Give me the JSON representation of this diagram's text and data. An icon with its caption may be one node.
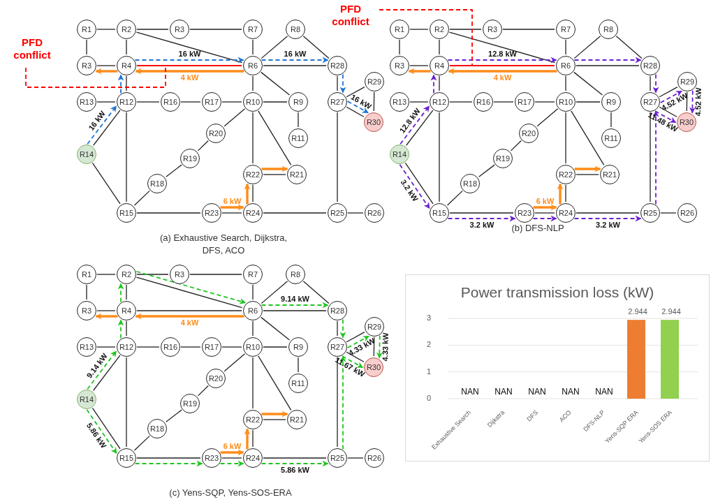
{
  "diagram": {
    "nodes": [
      {
        "text": [
          "R1"
        ]
      },
      {
        "text": [
          "R2"
        ]
      },
      {
        "text": [
          "R3"
        ]
      },
      {
        "text": [
          "R7"
        ]
      },
      {
        "text": [
          "R8"
        ]
      },
      {
        "text": [
          "R3"
        ]
      },
      {
        "text": [
          "R4"
        ]
      },
      {
        "text": [
          "R6"
        ]
      },
      {
        "text": [
          "R28"
        ]
      },
      {
        "text": [
          "R29"
        ]
      },
      {
        "text": [
          "R13"
        ]
      },
      {
        "text": [
          "R12"
        ]
      },
      {
        "text": [
          "R16"
        ]
      },
      {
        "text": [
          "R17"
        ]
      },
      {
        "text": [
          "R10"
        ]
      },
      {
        "text": [
          "R9"
        ]
      },
      {
        "text": [
          "R27"
        ]
      },
      {
        "text": [
          "R30"
        ]
      },
      {
        "text": [
          "R20"
        ]
      },
      {
        "text": [
          "R11"
        ]
      },
      {
        "text": [
          "R14"
        ]
      },
      {
        "text": [
          "R19"
        ]
      },
      {
        "text": [
          "R22"
        ]
      },
      {
        "text": [
          "R21"
        ]
      },
      {
        "text": [
          "R18"
        ]
      },
      {
        "text": [
          "R15"
        ]
      },
      {
        "text": [
          "R23"
        ]
      },
      {
        "text": [
          "R24"
        ]
      },
      {
        "text": [
          "R25"
        ]
      },
      {
        "text": [
          "R26"
        ]
      },
      {
        "text": [
          "R1"
        ]
      },
      {
        "text": [
          "R2"
        ]
      },
      {
        "text": [
          "R3"
        ]
      },
      {
        "text": [
          "R7"
        ]
      },
      {
        "text": [
          "R8"
        ]
      },
      {
        "text": [
          "R3"
        ]
      },
      {
        "text": [
          "R4"
        ]
      },
      {
        "text": [
          "R6"
        ]
      },
      {
        "text": [
          "R28"
        ]
      },
      {
        "text": [
          "R29"
        ]
      },
      {
        "text": [
          "R13"
        ]
      },
      {
        "text": [
          "R12"
        ]
      },
      {
        "text": [
          "R16"
        ]
      },
      {
        "text": [
          "R17"
        ]
      },
      {
        "text": [
          "R10"
        ]
      },
      {
        "text": [
          "R9"
        ]
      },
      {
        "text": [
          "R27"
        ]
      },
      {
        "text": [
          "R30"
        ]
      },
      {
        "text": [
          "R20"
        ]
      },
      {
        "text": [
          "R11"
        ]
      },
      {
        "text": [
          "R14"
        ]
      },
      {
        "text": [
          "R19"
        ]
      },
      {
        "text": [
          "R22"
        ]
      },
      {
        "text": [
          "R21"
        ]
      },
      {
        "text": [
          "R18"
        ]
      },
      {
        "text": [
          "R15"
        ]
      },
      {
        "text": [
          "R23"
        ]
      },
      {
        "text": [
          "R24"
        ]
      },
      {
        "text": [
          "R25"
        ]
      },
      {
        "text": [
          "R26"
        ]
      },
      {
        "text": [
          "R1"
        ]
      },
      {
        "text": [
          "R2"
        ]
      },
      {
        "text": [
          "R3"
        ]
      },
      {
        "text": [
          "R7"
        ]
      },
      {
        "text": [
          "R8"
        ]
      },
      {
        "text": [
          "R3"
        ]
      },
      {
        "text": [
          "R4"
        ]
      },
      {
        "text": [
          "R6"
        ]
      },
      {
        "text": [
          "R28"
        ]
      },
      {
        "text": [
          "R29"
        ]
      },
      {
        "text": [
          "R13"
        ]
      },
      {
        "text": [
          "R12"
        ]
      },
      {
        "text": [
          "R16"
        ]
      },
      {
        "text": [
          "R17"
        ]
      },
      {
        "text": [
          "R10"
        ]
      },
      {
        "text": [
          "R9"
        ]
      },
      {
        "text": [
          "R27"
        ]
      },
      {
        "text": [
          "R30"
        ]
      },
      {
        "text": [
          "R20"
        ]
      },
      {
        "text": [
          "R11"
        ]
      },
      {
        "text": [
          "R14"
        ]
      },
      {
        "text": [
          "R19"
        ]
      },
      {
        "text": [
          "R22"
        ]
      },
      {
        "text": [
          "R21"
        ]
      },
      {
        "text": [
          "R18"
        ]
      },
      {
        "text": [
          "R15"
        ]
      },
      {
        "text": [
          "R23"
        ]
      },
      {
        "text": [
          "R24"
        ]
      },
      {
        "text": [
          "R25"
        ]
      },
      {
        "text": [
          "R26"
        ]
      },
      {
        "text": [
          "PFD conflict"
        ]
      },
      {
        "text": [
          "PFD conflict"
        ]
      }
    ],
    "edges": [
      {
        "from": 0,
        "to": 1,
        "arrow": "none"
      },
      {
        "from": 1,
        "to": 2,
        "arrow": "none"
      },
      {
        "from": 2,
        "to": 3,
        "arrow": "none"
      },
      {
        "from": 0,
        "to": 5,
        "arrow": "none"
      },
      {
        "from": 1,
        "to": 6,
        "arrow": "none"
      },
      {
        "from": 1,
        "to": 7,
        "arrow": "none"
      },
      {
        "from": 3,
        "to": 7,
        "arrow": "none"
      },
      {
        "from": 4,
        "to": 7,
        "arrow": "none"
      },
      {
        "from": 4,
        "to": 8,
        "arrow": "none"
      },
      {
        "from": 5,
        "to": 6,
        "arrow": "none"
      },
      {
        "from": 6,
        "to": 7,
        "arrow": "none",
        "color": "#ff0000"
      },
      {
        "from": 7,
        "to": 8,
        "arrow": "none"
      },
      {
        "from": 6,
        "to": 11,
        "arrow": "none"
      },
      {
        "from": 7,
        "to": 14,
        "arrow": "none"
      },
      {
        "from": 7,
        "to": 15,
        "arrow": "none"
      },
      {
        "from": 8,
        "to": 16,
        "arrow": "none"
      },
      {
        "from": 9,
        "to": 17,
        "arrow": "none"
      },
      {
        "from": 16,
        "to": 9,
        "arrow": "none"
      },
      {
        "from": 16,
        "to": 17,
        "arrow": "none"
      },
      {
        "from": 10,
        "to": 11,
        "arrow": "none"
      },
      {
        "from": 11,
        "to": 12,
        "arrow": "none"
      },
      {
        "from": 12,
        "to": 13,
        "arrow": "none"
      },
      {
        "from": 13,
        "to": 14,
        "arrow": "none"
      },
      {
        "from": 14,
        "to": 15,
        "arrow": "none"
      },
      {
        "from": 15,
        "to": 19,
        "arrow": "none"
      },
      {
        "from": 14,
        "to": 18,
        "arrow": "none"
      },
      {
        "from": 18,
        "to": 21,
        "arrow": "none"
      },
      {
        "from": 21,
        "to": 24,
        "arrow": "none"
      },
      {
        "from": 24,
        "to": 25,
        "arrow": "none"
      },
      {
        "from": 14,
        "to": 22,
        "arrow": "none"
      },
      {
        "from": 14,
        "to": 23,
        "arrow": "none"
      },
      {
        "from": 22,
        "to": 23,
        "arrow": "none"
      },
      {
        "from": 22,
        "to": 27,
        "arrow": "none"
      },
      {
        "from": 11,
        "to": 20,
        "arrow": "none"
      },
      {
        "from": 11,
        "to": 25,
        "arrow": "none"
      },
      {
        "from": 20,
        "to": 25,
        "arrow": "none"
      },
      {
        "from": 25,
        "to": 26,
        "arrow": "none"
      },
      {
        "from": 26,
        "to": 27,
        "arrow": "none"
      },
      {
        "from": 27,
        "to": 28,
        "arrow": "none"
      },
      {
        "from": 28,
        "to": 29,
        "arrow": "none"
      },
      {
        "from": 16,
        "to": 28,
        "arrow": "none"
      },
      {
        "from": 20,
        "to": 11,
        "arrow": "to",
        "label": "16 kW",
        "style": "dashed",
        "color": "#1f74d1"
      },
      {
        "from": 11,
        "to": 6,
        "arrow": "to",
        "style": "dashed",
        "color": "#1f74d1"
      },
      {
        "from": 6,
        "to": 7,
        "arrow": "to",
        "label": "16 kW",
        "style": "dashed",
        "color": "#1f74d1"
      },
      {
        "from": 7,
        "to": 8,
        "arrow": "to",
        "label": "16 kW",
        "style": "dashed",
        "color": "#1f74d1"
      },
      {
        "from": 8,
        "to": 16,
        "arrow": "to",
        "style": "dashed",
        "color": "#1f74d1"
      },
      {
        "from": 16,
        "to": 17,
        "arrow": "to",
        "label": "16 kW",
        "style": "dashed",
        "color": "#1f74d1"
      },
      {
        "from": 7,
        "to": 6,
        "arrow": "to",
        "label": "4 kW",
        "style": "thick",
        "color": "#ff8c1a"
      },
      {
        "from": 6,
        "to": 5,
        "arrow": "to",
        "style": "thick",
        "color": "#ff8c1a"
      },
      {
        "from": 26,
        "to": 27,
        "arrow": "to",
        "label": "6 kW",
        "style": "thick",
        "color": "#ff8c1a"
      },
      {
        "from": 27,
        "to": 22,
        "arrow": "to",
        "style": "thick",
        "color": "#ff8c1a"
      },
      {
        "from": 22,
        "to": 23,
        "arrow": "to",
        "style": "thick",
        "color": "#ff8c1a"
      },
      {
        "from": 30,
        "to": 31,
        "arrow": "none"
      },
      {
        "from": 31,
        "to": 32,
        "arrow": "none"
      },
      {
        "from": 32,
        "to": 33,
        "arrow": "none"
      },
      {
        "from": 30,
        "to": 35,
        "arrow": "none"
      },
      {
        "from": 31,
        "to": 36,
        "arrow": "none"
      },
      {
        "from": 31,
        "to": 37,
        "arrow": "none"
      },
      {
        "from": 33,
        "to": 37,
        "arrow": "none"
      },
      {
        "from": 34,
        "to": 37,
        "arrow": "none"
      },
      {
        "from": 34,
        "to": 38,
        "arrow": "none"
      },
      {
        "from": 35,
        "to": 36,
        "arrow": "none"
      },
      {
        "from": 36,
        "to": 37,
        "arrow": "none",
        "color": "#ff0000"
      },
      {
        "from": 37,
        "to": 38,
        "arrow": "none"
      },
      {
        "from": 36,
        "to": 41,
        "arrow": "none"
      },
      {
        "from": 37,
        "to": 44,
        "arrow": "none"
      },
      {
        "from": 37,
        "to": 45,
        "arrow": "none"
      },
      {
        "from": 38,
        "to": 46,
        "arrow": "none"
      },
      {
        "from": 39,
        "to": 47,
        "arrow": "none"
      },
      {
        "from": 46,
        "to": 39,
        "arrow": "none"
      },
      {
        "from": 46,
        "to": 47,
        "arrow": "none"
      },
      {
        "from": 40,
        "to": 41,
        "arrow": "none"
      },
      {
        "from": 41,
        "to": 42,
        "arrow": "none"
      },
      {
        "from": 42,
        "to": 43,
        "arrow": "none"
      },
      {
        "from": 43,
        "to": 44,
        "arrow": "none"
      },
      {
        "from": 44,
        "to": 45,
        "arrow": "none"
      },
      {
        "from": 45,
        "to": 49,
        "arrow": "none"
      },
      {
        "from": 44,
        "to": 48,
        "arrow": "none"
      },
      {
        "from": 48,
        "to": 51,
        "arrow": "none"
      },
      {
        "from": 51,
        "to": 54,
        "arrow": "none"
      },
      {
        "from": 54,
        "to": 55,
        "arrow": "none"
      },
      {
        "from": 44,
        "to": 52,
        "arrow": "none"
      },
      {
        "from": 44,
        "to": 53,
        "arrow": "none"
      },
      {
        "from": 52,
        "to": 53,
        "arrow": "none"
      },
      {
        "from": 52,
        "to": 57,
        "arrow": "none"
      },
      {
        "from": 41,
        "to": 50,
        "arrow": "none"
      },
      {
        "from": 41,
        "to": 55,
        "arrow": "none"
      },
      {
        "from": 50,
        "to": 55,
        "arrow": "none"
      },
      {
        "from": 55,
        "to": 56,
        "arrow": "none"
      },
      {
        "from": 56,
        "to": 57,
        "arrow": "none"
      },
      {
        "from": 57,
        "to": 58,
        "arrow": "none"
      },
      {
        "from": 58,
        "to": 59,
        "arrow": "none"
      },
      {
        "from": 46,
        "to": 58,
        "arrow": "none"
      },
      {
        "from": 50,
        "to": 41,
        "arrow": "to",
        "label": "12.8 kW",
        "style": "dashed",
        "color": "#6a1fd1"
      },
      {
        "from": 41,
        "to": 36,
        "arrow": "to",
        "style": "dashed",
        "color": "#6a1fd1"
      },
      {
        "from": 36,
        "to": 37,
        "arrow": "to",
        "label": "12.8 kW",
        "style": "dashed",
        "color": "#6a1fd1"
      },
      {
        "from": 37,
        "to": 38,
        "arrow": "to",
        "style": "dashed",
        "color": "#6a1fd1"
      },
      {
        "from": 38,
        "to": 46,
        "arrow": "to",
        "style": "dashed",
        "color": "#6a1fd1"
      },
      {
        "from": 46,
        "to": 39,
        "arrow": "to",
        "label": "4.52 kW",
        "style": "dashed",
        "color": "#6a1fd1"
      },
      {
        "from": 39,
        "to": 47,
        "arrow": "to",
        "label": "4.52 kW",
        "style": "dashed",
        "color": "#6a1fd1"
      },
      {
        "from": 50,
        "to": 55,
        "arrow": "to",
        "label": "3.2 kW",
        "style": "dashed",
        "color": "#6a1fd1"
      },
      {
        "from": 55,
        "to": 56,
        "arrow": "to",
        "label": "3.2 kW",
        "style": "dashed",
        "color": "#6a1fd1"
      },
      {
        "from": 56,
        "to": 57,
        "arrow": "to",
        "style": "dashed",
        "color": "#6a1fd1"
      },
      {
        "from": 57,
        "to": 58,
        "arrow": "to",
        "label": "3.2 kW",
        "style": "dashed",
        "color": "#6a1fd1"
      },
      {
        "from": 58,
        "to": 46,
        "arrow": "to",
        "style": "dashed",
        "color": "#6a1fd1"
      },
      {
        "from": 46,
        "to": 47,
        "arrow": "to",
        "label": "11.48 kW",
        "style": "dashed",
        "color": "#6a1fd1"
      },
      {
        "from": 37,
        "to": 36,
        "arrow": "to",
        "label": "4 kW",
        "style": "thick",
        "color": "#ff8c1a"
      },
      {
        "from": 36,
        "to": 35,
        "arrow": "to",
        "style": "thick",
        "color": "#ff8c1a"
      },
      {
        "from": 56,
        "to": 57,
        "arrow": "to",
        "label": "6 kW",
        "style": "thick",
        "color": "#ff8c1a"
      },
      {
        "from": 57,
        "to": 52,
        "arrow": "to",
        "style": "thick",
        "color": "#ff8c1a"
      },
      {
        "from": 52,
        "to": 53,
        "arrow": "to",
        "style": "thick",
        "color": "#ff8c1a"
      },
      {
        "from": 60,
        "to": 61,
        "arrow": "none"
      },
      {
        "from": 61,
        "to": 62,
        "arrow": "none"
      },
      {
        "from": 62,
        "to": 63,
        "arrow": "none"
      },
      {
        "from": 60,
        "to": 65,
        "arrow": "none"
      },
      {
        "from": 61,
        "to": 66,
        "arrow": "none"
      },
      {
        "from": 61,
        "to": 67,
        "arrow": "none"
      },
      {
        "from": 63,
        "to": 67,
        "arrow": "none"
      },
      {
        "from": 64,
        "to": 67,
        "arrow": "none"
      },
      {
        "from": 64,
        "to": 68,
        "arrow": "none"
      },
      {
        "from": 65,
        "to": 66,
        "arrow": "none"
      },
      {
        "from": 66,
        "to": 67,
        "arrow": "none"
      },
      {
        "from": 67,
        "to": 68,
        "arrow": "none"
      },
      {
        "from": 66,
        "to": 71,
        "arrow": "none"
      },
      {
        "from": 67,
        "to": 74,
        "arrow": "none"
      },
      {
        "from": 67,
        "to": 75,
        "arrow": "none"
      },
      {
        "from": 68,
        "to": 76,
        "arrow": "none"
      },
      {
        "from": 69,
        "to": 77,
        "arrow": "none"
      },
      {
        "from": 76,
        "to": 69,
        "arrow": "none"
      },
      {
        "from": 76,
        "to": 77,
        "arrow": "none"
      },
      {
        "from": 70,
        "to": 71,
        "arrow": "none"
      },
      {
        "from": 71,
        "to": 72,
        "arrow": "none"
      },
      {
        "from": 72,
        "to": 73,
        "arrow": "none"
      },
      {
        "from": 73,
        "to": 74,
        "arrow": "none"
      },
      {
        "from": 74,
        "to": 75,
        "arrow": "none"
      },
      {
        "from": 75,
        "to": 79,
        "arrow": "none"
      },
      {
        "from": 74,
        "to": 78,
        "arrow": "none"
      },
      {
        "from": 78,
        "to": 81,
        "arrow": "none"
      },
      {
        "from": 81,
        "to": 84,
        "arrow": "none"
      },
      {
        "from": 84,
        "to": 85,
        "arrow": "none"
      },
      {
        "from": 74,
        "to": 82,
        "arrow": "none"
      },
      {
        "from": 74,
        "to": 83,
        "arrow": "none"
      },
      {
        "from": 82,
        "to": 83,
        "arrow": "none"
      },
      {
        "from": 82,
        "to": 87,
        "arrow": "none"
      },
      {
        "from": 71,
        "to": 80,
        "arrow": "none"
      },
      {
        "from": 71,
        "to": 85,
        "arrow": "none"
      },
      {
        "from": 80,
        "to": 85,
        "arrow": "none"
      },
      {
        "from": 85,
        "to": 86,
        "arrow": "none"
      },
      {
        "from": 86,
        "to": 87,
        "arrow": "none"
      },
      {
        "from": 87,
        "to": 88,
        "arrow": "none"
      },
      {
        "from": 88,
        "to": 89,
        "arrow": "none"
      },
      {
        "from": 76,
        "to": 88,
        "arrow": "none"
      },
      {
        "from": 80,
        "to": 71,
        "arrow": "to",
        "label": "9.14 kW",
        "style": "dashed",
        "color": "#1fc41f"
      },
      {
        "from": 71,
        "to": 66,
        "arrow": "to",
        "style": "dashed",
        "color": "#1fc41f"
      },
      {
        "from": 66,
        "to": 61,
        "arrow": "to",
        "style": "dashed",
        "color": "#1fc41f"
      },
      {
        "from": 61,
        "to": 67,
        "arrow": "to",
        "style": "dashed",
        "color": "#1fc41f"
      },
      {
        "from": 67,
        "to": 68,
        "arrow": "to",
        "label": "9.14 kW",
        "style": "dashed",
        "color": "#1fc41f"
      },
      {
        "from": 68,
        "to": 76,
        "arrow": "to",
        "style": "dashed",
        "color": "#1fc41f"
      },
      {
        "from": 76,
        "to": 69,
        "arrow": "to",
        "label": "4.33 kW",
        "style": "dashed",
        "color": "#1fc41f"
      },
      {
        "from": 69,
        "to": 77,
        "arrow": "to",
        "label": "4.33 kW",
        "style": "dashed",
        "color": "#1fc41f"
      },
      {
        "from": 80,
        "to": 85,
        "arrow": "to",
        "label": "5.86 kW",
        "style": "dashed",
        "color": "#1fc41f"
      },
      {
        "from": 85,
        "to": 86,
        "arrow": "to",
        "style": "dashed",
        "color": "#1fc41f"
      },
      {
        "from": 86,
        "to": 87,
        "arrow": "to",
        "style": "dashed",
        "color": "#1fc41f"
      },
      {
        "from": 87,
        "to": 88,
        "arrow": "to",
        "label": "5.86 kW",
        "style": "dashed",
        "color": "#1fc41f"
      },
      {
        "from": 88,
        "to": 76,
        "arrow": "to",
        "style": "dashed",
        "color": "#1fc41f"
      },
      {
        "from": 76,
        "to": 77,
        "arrow": "to",
        "label": "11.67 kW",
        "style": "dashed",
        "color": "#1fc41f"
      },
      {
        "from": 67,
        "to": 66,
        "arrow": "to",
        "label": "4 kW",
        "style": "thick",
        "color": "#ff8c1a"
      },
      {
        "from": 66,
        "to": 65,
        "arrow": "to",
        "style": "thick",
        "color": "#ff8c1a"
      },
      {
        "from": 86,
        "to": 87,
        "arrow": "to",
        "label": "6 kW",
        "style": "thick",
        "color": "#ff8c1a"
      },
      {
        "from": 87,
        "to": 82,
        "arrow": "to",
        "style": "thick",
        "color": "#ff8c1a"
      },
      {
        "from": 82,
        "to": 83,
        "arrow": "to",
        "style": "thick",
        "color": "#ff8c1a"
      },
      {
        "from": 90,
        "to": null,
        "arrow": "none",
        "style": "dashed",
        "color": "#ff0000"
      },
      {
        "from": 91,
        "to": null,
        "arrow": "none",
        "style": "dashed",
        "color": "#ff0000"
      }
    ],
    "labels": [
      "(a) Exhaustive Search, Dijkstra, DFS, ACO",
      "(b) DFS-NLP",
      "(c) Yens-SQP, Yens-SOS-ERA"
    ],
    "chart_data": {
      "type": "bar",
      "title": "Power transmission loss (kW)",
      "categories": [
        "Exhaustive Search",
        "Dijkstra",
        "DFS",
        "ACO",
        "DFS-NLP",
        "Yens-SQP ERA",
        "Yens-SOS ERA"
      ],
      "series": [
        {
          "color": "#ed7d31",
          "values": [
            null,
            null,
            null,
            null,
            null,
            2.944,
            null
          ]
        },
        {
          "color": "#92d050",
          "values": [
            null,
            null,
            null,
            null,
            null,
            null,
            2.944
          ]
        }
      ],
      "ylim": [
        0,
        3
      ],
      "yticks": [
        0,
        1,
        2,
        3
      ],
      "value_labels": [
        "NAN",
        "NAN",
        "NAN",
        "NAN",
        "NAN",
        "2.944",
        "2.944"
      ]
    }
  }
}
